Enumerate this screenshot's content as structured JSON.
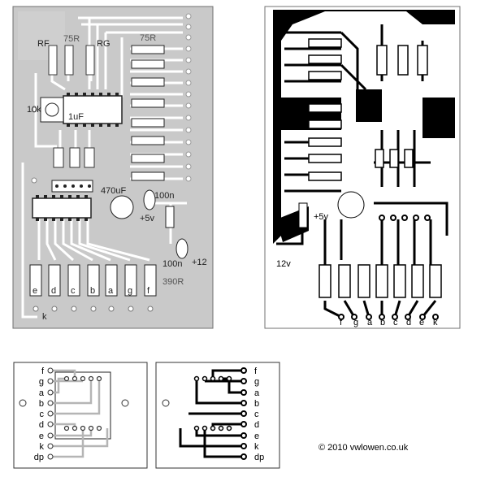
{
  "component_side": {
    "labels": {
      "rf": "RF",
      "r75a": "75R",
      "rg": "RG",
      "r75b": "75R",
      "pot": "10k",
      "cap_small": "1uF",
      "cap_big": "470uF",
      "cap_100n_a": "100n",
      "plus5": "+5v",
      "cap_100n_b": "100n",
      "plus12": "+12",
      "r390": "390R",
      "k": "k"
    },
    "resistor_labels": [
      "e",
      "d",
      "c",
      "b",
      "a",
      "g",
      "f"
    ]
  },
  "solder_side": {
    "labels": {
      "plus5": "+5v",
      "plus12": "12v",
      "k": "k"
    },
    "resistor_labels": [
      "f",
      "g",
      "a",
      "b",
      "c",
      "d",
      "e",
      "k"
    ]
  },
  "display_left": {
    "pins": [
      "f",
      "g",
      "a",
      "b",
      "c",
      "d",
      "e",
      "k",
      "dp"
    ]
  },
  "display_right": {
    "pins": [
      "f",
      "g",
      "a",
      "b",
      "c",
      "d",
      "e",
      "k",
      "dp"
    ]
  },
  "copyright": "© 2010 vwlowen.co.uk"
}
